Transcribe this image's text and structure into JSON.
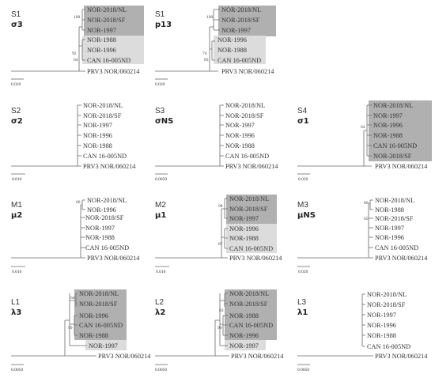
{
  "colors": {
    "dark_box": "#b0b0b0",
    "light_box": "#dcdcdc",
    "branch": "#6a6a6a"
  },
  "panels": [
    {
      "id": "S1a",
      "segment": "S1",
      "protein": "σ3",
      "scale": "0.020",
      "tips": [
        "NOR-2018/NL",
        "NOR-2018/SF",
        "NOR-1997",
        "NOR-1988",
        "NOR-1996",
        "CAN 16-005ND",
        "PRV3 NOR/060214"
      ],
      "bootstraps": [
        "100",
        "92",
        "64"
      ]
    },
    {
      "id": "S1b",
      "segment": "S1",
      "protein": "p13",
      "scale": "0.020",
      "tips": [
        "NOR-2018/NL",
        "NOR-2018/SF",
        "NOR-1997",
        "NOR-1996",
        "NOR-1988",
        "CAN 16-005ND",
        "PRV3 NOR/060214"
      ],
      "bootstraps": [
        "100",
        "74",
        "83"
      ]
    },
    {
      "id": "S2",
      "segment": "S2",
      "protein": "σ2",
      "scale": "0.010",
      "tips": [
        "NOR-2018/NL",
        "NOR-2018/SF",
        "NOR-1997",
        "NOR-1996",
        "NOR-1988",
        "CAN 16-005ND",
        "PRV3 NOR/060214"
      ],
      "bootstraps": []
    },
    {
      "id": "S3",
      "segment": "S3",
      "protein": "σNS",
      "scale": "0.0050",
      "tips": [
        "NOR-2018/NL",
        "NOR-2018/SF",
        "NOR-1997",
        "NOR-1996",
        "NOR-1988",
        "CAN 16-005ND",
        "PRV3 NOR/060214"
      ],
      "bootstraps": []
    },
    {
      "id": "S4",
      "segment": "S4",
      "protein": "σ1",
      "scale": "0.020",
      "tips": [
        "NOR-2018/NL",
        "NOR-1997",
        "NOR-1996",
        "NOR-1988",
        "CAN 16-005ND",
        "NOR-2018/SF",
        "PRV3 NOR/060214"
      ],
      "bootstraps": [
        "64"
      ]
    },
    {
      "id": "M1",
      "segment": "M1",
      "protein": "μ2",
      "scale": "0.010",
      "tips": [
        "NOR-2018/NL",
        "NOR-1996",
        "NOR-2018/SF",
        "NOR-1997",
        "NOR-1988",
        "CAN 16-005ND",
        "PRV3 NOR/060214"
      ],
      "bootstraps": [
        "66"
      ]
    },
    {
      "id": "M2",
      "segment": "M2",
      "protein": "μ1",
      "scale": "0.010",
      "tips": [
        "NOR-2018/NL",
        "NOR-2018/SF",
        "NOR-1997",
        "NOR-1996",
        "NOR-1988",
        "CAN 16-005ND",
        "PRV3 NOR/060214"
      ],
      "bootstraps": [
        "98",
        "87"
      ]
    },
    {
      "id": "M3",
      "segment": "M3",
      "protein": "μNS",
      "scale": "0.020",
      "tips": [
        "NOR-2018/NL",
        "NOR-1988",
        "NOR-2018/SF",
        "NOR-1997",
        "NOR-1996",
        "CAN 16-005ND",
        "PRV3 NOR/060214"
      ],
      "bootstraps": [
        "80",
        "65"
      ]
    },
    {
      "id": "L1",
      "segment": "L1",
      "protein": "λ3",
      "scale": "0.0050",
      "tips": [
        "NOR-2018/NL",
        "NOR-2018/SF",
        "NOR-1996",
        "CAN 16-005ND",
        "NOR-1988",
        "NOR-1997",
        "PRV3 NOR/060214"
      ],
      "bootstraps": [
        "64",
        "99"
      ]
    },
    {
      "id": "L2",
      "segment": "L2",
      "protein": "λ2",
      "scale": "0.0050",
      "tips": [
        "NOR-2018/NL",
        "NOR-2018/SF",
        "NOR-1988",
        "CAN 16-005ND",
        "NOR-1996",
        "NOR-1997",
        "PRV3 NOR/060214"
      ],
      "bootstraps": [
        "63",
        "99"
      ]
    },
    {
      "id": "L3",
      "segment": "L3",
      "protein": "λ1",
      "scale": "0.0050",
      "tips": [
        "NOR-2018/NL",
        "NOR-2018/SF",
        "NOR-1997",
        "NOR-1996",
        "NOR-1988",
        "CAN 16-005ND",
        "PRV3 NOR/060214"
      ],
      "bootstraps": []
    }
  ]
}
